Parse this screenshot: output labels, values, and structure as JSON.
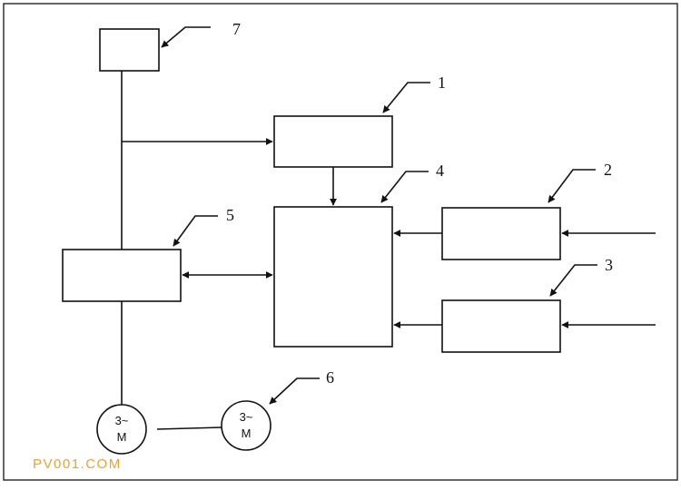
{
  "labels": {
    "block1": "1",
    "block2": "2",
    "block3": "3",
    "block4": "4",
    "block5": "5",
    "motor6": "6",
    "block7": "7"
  },
  "motors": {
    "left": {
      "line1": "3~",
      "line2": "M"
    },
    "right": {
      "line1": "3~",
      "line2": "M"
    }
  },
  "watermark": "PV001.COM",
  "colors": {
    "line": "#111111",
    "frame": "#333333",
    "watermark": "#e8a23a"
  }
}
